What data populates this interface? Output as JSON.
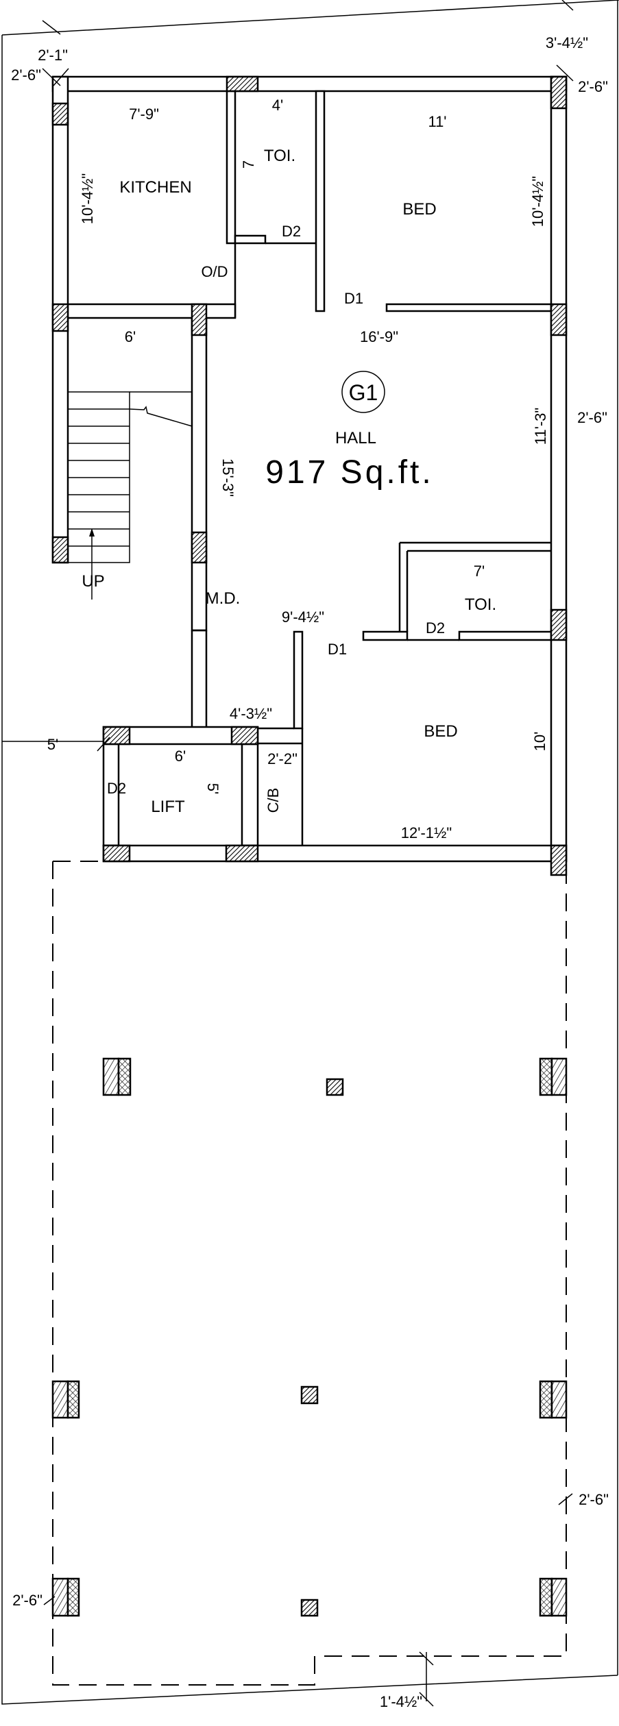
{
  "plan": {
    "title_tag": "G1",
    "hall": {
      "label": "HALL",
      "area": "917 Sq.ft."
    },
    "rooms": {
      "kitchen": "KITCHEN",
      "toilet_top": "TOI.",
      "bed_top": "BED",
      "toilet_bottom": "TOI.",
      "bed_bottom": "BED",
      "lift": "LIFT",
      "stairs_up": "UP",
      "main_door": "M.D.",
      "cupboard": "C/B"
    },
    "doors": {
      "od": "O/D",
      "d2_toilet_top": "D2",
      "d1_bed_top": "D1",
      "d2_toilet_bottom": "D2",
      "d1_bed_bottom": "D1",
      "d2_lift": "D2"
    },
    "dimensions": {
      "setback_top_left": "2'-1\"",
      "setback_left_top": "2'-6\"",
      "setback_top_right": "3'-4½\"",
      "setback_right_top": "2'-6\"",
      "kitchen_width": "7'-9\"",
      "kitchen_depth": "10'-4½\"",
      "toilet_width": "4'",
      "toilet_depth": "7",
      "bed_top_width": "11'",
      "bed_top_depth": "10'-4½\"",
      "stair_width": "6'",
      "hall_width": "16'-9\"",
      "hall_depth": "15'-3\"",
      "hall_right": "11'-3\"",
      "setback_right_mid": "2'-6\"",
      "passage": "9'-4½\"",
      "toilet2_width": "7'",
      "md_width": "4'-3½\"",
      "bed_bottom_depth": "10'",
      "setback_left_mid": "5'",
      "lift_width": "6'",
      "lift_depth": "5'",
      "cb_width": "2'-2\"",
      "bed_bottom_width": "12'-1½\"",
      "setback_right_bottom": "2'-6\"",
      "setback_left_bottom": "2'-6\"",
      "setback_bottom": "1'-4½\""
    }
  }
}
